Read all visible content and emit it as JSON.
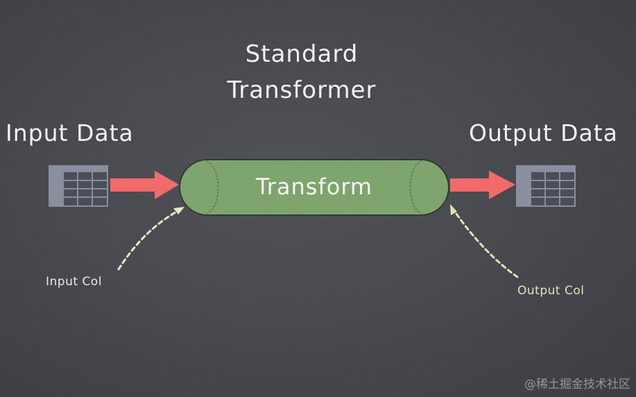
{
  "diagram": {
    "title_line1": "Standard",
    "title_line2": "Transformer",
    "input_label": "Input Data",
    "output_label": "Output Data",
    "transform_label": "Transform",
    "input_col_label": "Input Col",
    "output_col_label": "Output Col"
  },
  "watermark": {
    "text": "@稀土掘金技术社区"
  },
  "colors": {
    "background": "#3f4147",
    "arrow": "#f16b6b",
    "pipe": "#7fa56f",
    "table": "#8a8f9d"
  }
}
